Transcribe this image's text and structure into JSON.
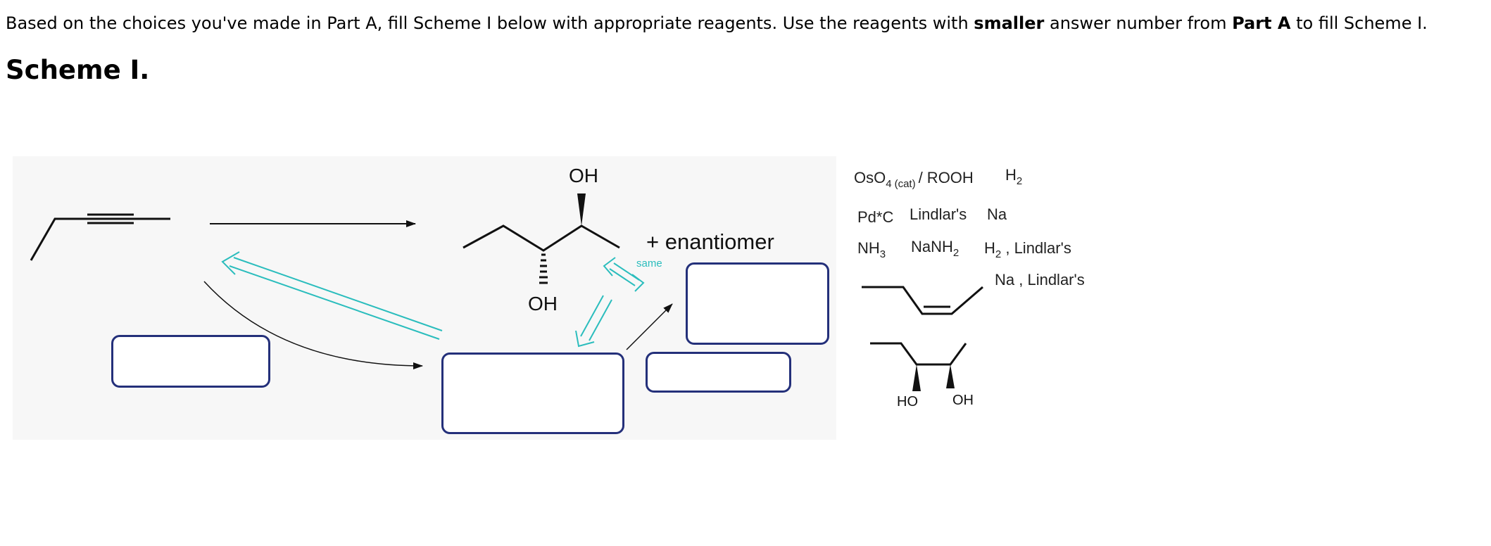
{
  "instructions": {
    "part1": "Based on the choices you've made in Part A, fill Scheme I below with appropriate reagents. Use the reagents with ",
    "bold1": "smaller",
    "part2": " answer number from ",
    "bold2": "Part A",
    "part3": " to fill Scheme I."
  },
  "heading": "Scheme I.",
  "scheme": {
    "product_oh_top": "OH",
    "product_oh_bottom": "OH",
    "enantiomer_label": "+ enantiomer",
    "same_label": "same"
  },
  "reagent_bank": {
    "oso4": {
      "main": "OsO",
      "sub4": "4",
      "cat": "(cat)",
      "rest": "/ ROOH"
    },
    "h2": {
      "main": "H",
      "sub": "2"
    },
    "pdc": "Pd*C",
    "lindlar": "Lindlar's",
    "na": "Na",
    "nh3": {
      "main": "NH",
      "sub": "3"
    },
    "nanh2": {
      "main": "NaNH",
      "sub": "2"
    },
    "h2_lindlar": {
      "main": "H",
      "sub": "2",
      "rest": " , Lindlar's"
    },
    "na_lindlar": "Na , Lindlar's",
    "diol_ho": "HO",
    "diol_oh": "OH"
  },
  "colors": {
    "box_border": "#24307a",
    "cyan_arrow": "#2bbdbd",
    "panel_bg": "#f7f7f7"
  }
}
